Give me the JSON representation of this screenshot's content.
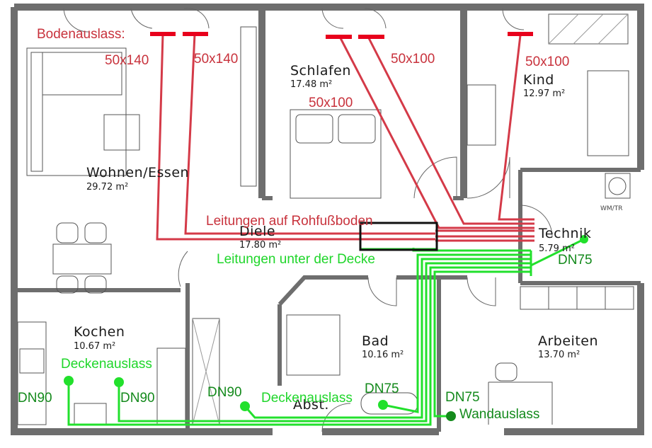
{
  "rooms": {
    "wohnen": {
      "name": "Wohnen/Essen",
      "area": "29.72 m²"
    },
    "schlafen": {
      "name": "Schlafen",
      "area": "17.48 m²"
    },
    "kind": {
      "name": "Kind",
      "area": "12.97 m²"
    },
    "diele": {
      "name": "Diele",
      "area": "17.80 m²"
    },
    "technik": {
      "name": "Technik",
      "area": "5.79 m²"
    },
    "kochen": {
      "name": "Kochen",
      "area": "10.67 m²"
    },
    "bad": {
      "name": "Bad",
      "area": "10.16 m²"
    },
    "arbeiten": {
      "name": "Arbeiten",
      "area": "13.70 m²"
    },
    "abst": {
      "name": "Abst."
    }
  },
  "annotations": {
    "bodenauslass": "Bodenauslass:",
    "duct_50x140_a": "50x140",
    "duct_50x140_b": "50x140",
    "duct_50x100_schlafen": "50x100",
    "duct_50x100_diele": "50x100",
    "duct_50x100_kind": "50x100",
    "leitungen_rohfussboden": "Leitungen auf Rohfußboden",
    "leitungen_decke": "Leitungen unter der Decke",
    "dn75_technik": "DN75",
    "deckenauslass_kochen": "Deckenauslass",
    "deckenauslass_abst": "Deckenauslass",
    "dn90_a": "DN90",
    "dn90_b": "DN90",
    "dn90_c": "DN90",
    "dn75_bad": "DN75",
    "dn75_arbeiten": "DN75",
    "wandauslass": "Wandauslass",
    "wm_tr": "WM/TR"
  },
  "colors": {
    "supply_duct": "#d43a48",
    "floor_outlet": "#e8001c",
    "extract_duct": "#22e02c",
    "extract_outlet": "#1fd62a",
    "wall": "#6e6e6e"
  }
}
